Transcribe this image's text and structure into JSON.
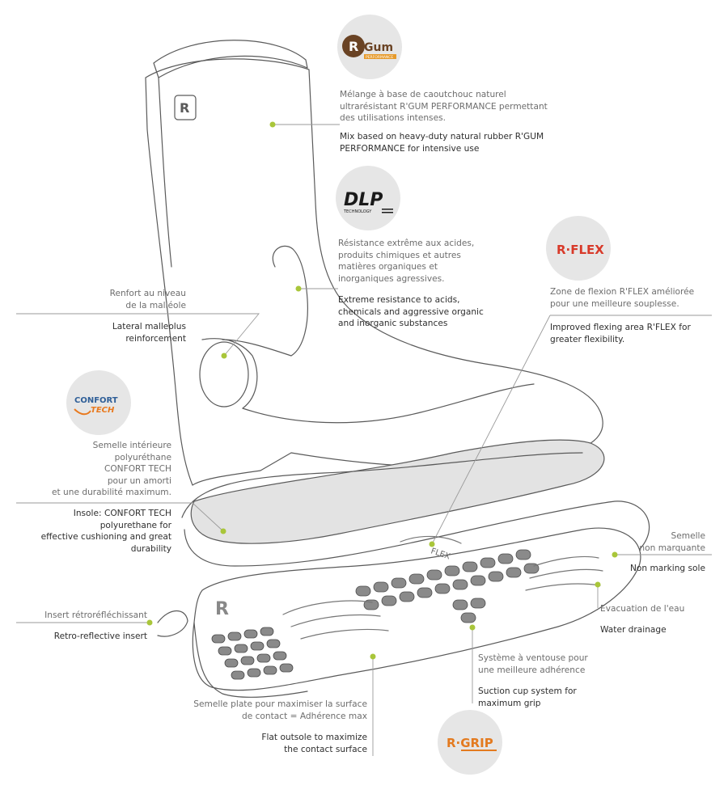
{
  "colors": {
    "accent_dot": "#a9c63a",
    "line": "#9a9a9a",
    "badge_bg": "#e6e6e6",
    "rgum_brown": "#6a4324",
    "rgum_orange": "#e69a2b",
    "rflex_red": "#d83a2a",
    "confort_blue": "#2f5f98",
    "confort_orange": "#e8791e",
    "rgrip_orange": "#e37a1f"
  },
  "logos": {
    "rgum": {
      "text": "Gum",
      "sub": "PERFORMANCE",
      "icon": "r-gum-logo"
    },
    "dlp": {
      "text": "DLP",
      "sub": "TECHNOLOGY",
      "icon": "dlp-logo"
    },
    "rflex": {
      "text": "R·FLEX",
      "icon": "r-flex-logo"
    },
    "confort": {
      "line1": "CONFORT",
      "line2": "TECH",
      "icon": "confort-tech-logo"
    },
    "rgrip": {
      "text": "R·GRIP",
      "icon": "r-grip-logo"
    }
  },
  "boot": {
    "flex_mark": "FLEX",
    "brand_mark": "R"
  },
  "annotations": {
    "rgum": {
      "fr": "Mélange à base de caoutchouc naturel\nultrarésistant R'GUM PERFORMANCE permettant\ndes utilisations intenses.",
      "en": "Mix based on heavy-duty natural rubber R'GUM\nPERFORMANCE for intensive use"
    },
    "dlp": {
      "fr": "Résistance extrême aux acides,\nproduits chimiques et autres\nmatières organiques et\ninorganiques agressives.",
      "en": "Extreme resistance to acids,\nchemicals and aggressive organic\nand inorganic substances"
    },
    "rflex": {
      "fr": "Zone de flexion R'FLEX améliorée\npour une meilleure souplesse.",
      "en": "Improved flexing area R'FLEX for\ngreater flexibility."
    },
    "malleolus": {
      "fr": "Renfort au niveau\nde la malléole",
      "en": "Lateral malleolus\nreinforcement"
    },
    "insole": {
      "fr": "Semelle intérieure\npolyuréthane\nCONFORT TECH\npour un amorti\net une durabilité maximum.",
      "en": "Insole: CONFORT TECH\npolyurethane for\neffective cushioning and great\ndurability"
    },
    "nonmarking": {
      "fr": "Semelle\nnon marquante",
      "en": "Non marking sole"
    },
    "drainage": {
      "fr": "Evacuation de l'eau",
      "en": "Water drainage"
    },
    "insert": {
      "fr": "Insert rétroréfléchissant",
      "en": "Retro-reflective insert"
    },
    "suction": {
      "fr": "Système à ventouse pour\nune meilleure adhérence",
      "en": "Suction cup system for\nmaximum grip"
    },
    "flatsole": {
      "fr": "Semelle plate  pour maximiser la surface\nde contact = Adhérence max",
      "en": "Flat outsole to maximize\nthe contact surface"
    }
  }
}
